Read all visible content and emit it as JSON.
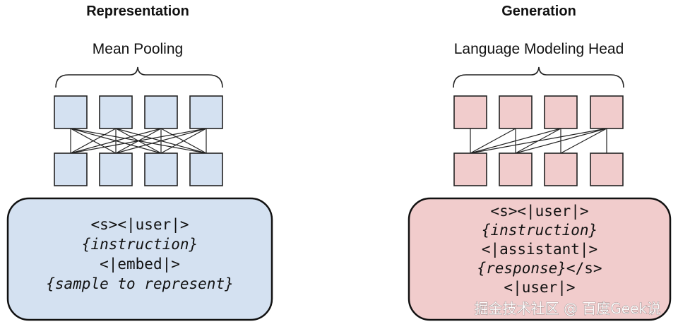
{
  "representation": {
    "title": "Representation",
    "head_label": "Mean Pooling",
    "attention": "bidirectional",
    "prompt_lines": [
      {
        "text": "<s><|user|>",
        "italic": false
      },
      {
        "text": "{instruction}",
        "italic": true
      },
      {
        "text": "<|embed|>",
        "italic": false
      },
      {
        "text": "{sample to represent}",
        "italic": true
      }
    ],
    "color": "#d4e1f1"
  },
  "generation": {
    "title": "Generation",
    "head_label": "Language Modeling Head",
    "attention": "causal",
    "prompt_lines": [
      {
        "segments": [
          {
            "text": "<s><|user|>",
            "italic": false
          }
        ]
      },
      {
        "segments": [
          {
            "text": "{instruction}",
            "italic": true
          }
        ]
      },
      {
        "segments": [
          {
            "text": "<|assistant|>",
            "italic": false
          }
        ]
      },
      {
        "segments": [
          {
            "text": "{response}",
            "italic": true
          },
          {
            "text": "</s>",
            "italic": false
          }
        ]
      },
      {
        "segments": [
          {
            "text": "<|user|>",
            "italic": false
          }
        ]
      }
    ],
    "color": "#f1cccc"
  },
  "watermark": "掘金技术社区 @ 百度Geek说"
}
